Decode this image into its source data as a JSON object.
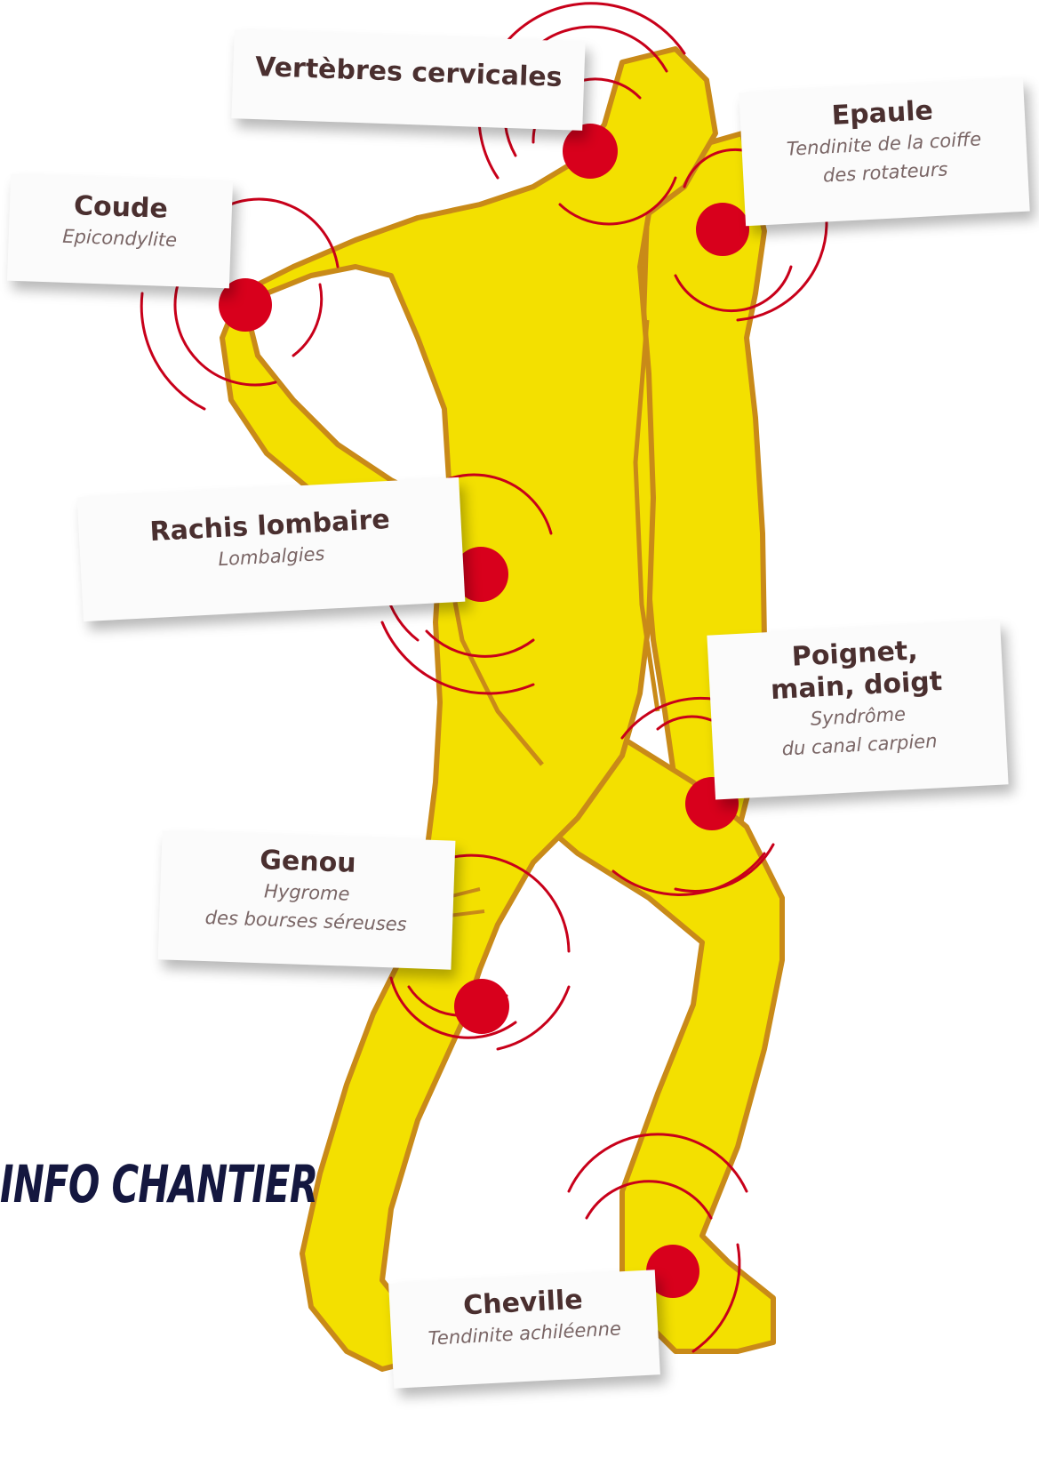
{
  "colors": {
    "body_fill": "#f3e000",
    "body_outline": "#c98a18",
    "pain_marker": "#d8001c",
    "pain_wave": "#c8001a",
    "banner_text": "#14173f"
  },
  "labels": {
    "cervicales": {
      "title": "Vertèbres cervicales",
      "subtitle": ""
    },
    "epaule": {
      "title": "Epaule",
      "subtitle_1": "Tendinite de la coiffe",
      "subtitle_2": "des rotateurs"
    },
    "coude": {
      "title": "Coude",
      "subtitle": "Epicondylite"
    },
    "rachis": {
      "title": "Rachis lombaire",
      "subtitle": "Lombalgies"
    },
    "poignet": {
      "title_1": "Poignet,",
      "title_2": "main, doigt",
      "subtitle_1": "Syndrôme",
      "subtitle_2": "du canal carpien"
    },
    "genou": {
      "title": "Genou",
      "subtitle_1": "Hygrome",
      "subtitle_2": "des bourses séreuses"
    },
    "cheville": {
      "title": "Cheville",
      "subtitle": "Tendinite achiléenne"
    }
  },
  "banner": {
    "title": "INFO CHANTIER"
  },
  "pain_points": [
    {
      "id": "cervicales",
      "icon": "pain-marker-icon"
    },
    {
      "id": "epaule",
      "icon": "pain-marker-icon"
    },
    {
      "id": "coude",
      "icon": "pain-marker-icon"
    },
    {
      "id": "rachis",
      "icon": "pain-marker-icon"
    },
    {
      "id": "poignet",
      "icon": "pain-marker-icon"
    },
    {
      "id": "genou",
      "icon": "pain-marker-icon"
    },
    {
      "id": "cheville",
      "icon": "pain-marker-icon"
    }
  ]
}
